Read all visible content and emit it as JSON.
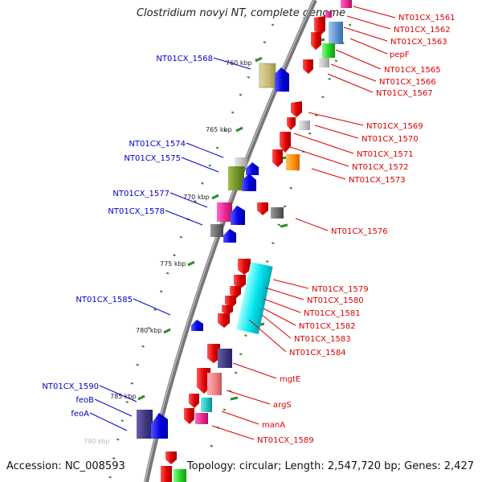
{
  "title": "Clostridium novyi NT, complete genome",
  "accession": "Accession: NC_008593",
  "topology": "Topology: circular; Length: 2,547,720 bp; Genes: 2,427",
  "ticks": [
    "760 kbp",
    "765 kbp",
    "770 kbp",
    "775 kbp",
    "780 kbp",
    "785 kbp",
    "790 kbp"
  ],
  "left_labels": [
    "NT01CX_1568",
    "NT01CX_1574",
    "NT01CX_1575",
    "NT01CX_1577",
    "NT01CX_1578",
    "NT01CX_1585",
    "NT01CX_1590",
    "feoB",
    "feoA"
  ],
  "right_labels": [
    "NT01CX_1561",
    "NT01CX_1562",
    "NT01CX_1563",
    "pepF",
    "NT01CX_1565",
    "NT01CX_1566",
    "NT01CX_1567",
    "NT01CX_1569",
    "NT01CX_1570",
    "NT01CX_1571",
    "NT01CX_1572",
    "NT01CX_1573",
    "NT01CX_1576",
    "NT01CX_1579",
    "NT01CX_1580",
    "NT01CX_1581",
    "NT01CX_1582",
    "NT01CX_1583",
    "NT01CX_1584",
    "mgtE",
    "argS",
    "manA",
    "NT01CX_1589"
  ],
  "colors": {
    "backbone": "#7a7a7a",
    "left_label": "#0000cc",
    "right_label": "#dd0000",
    "tick_dash": "#2e8b2e"
  }
}
